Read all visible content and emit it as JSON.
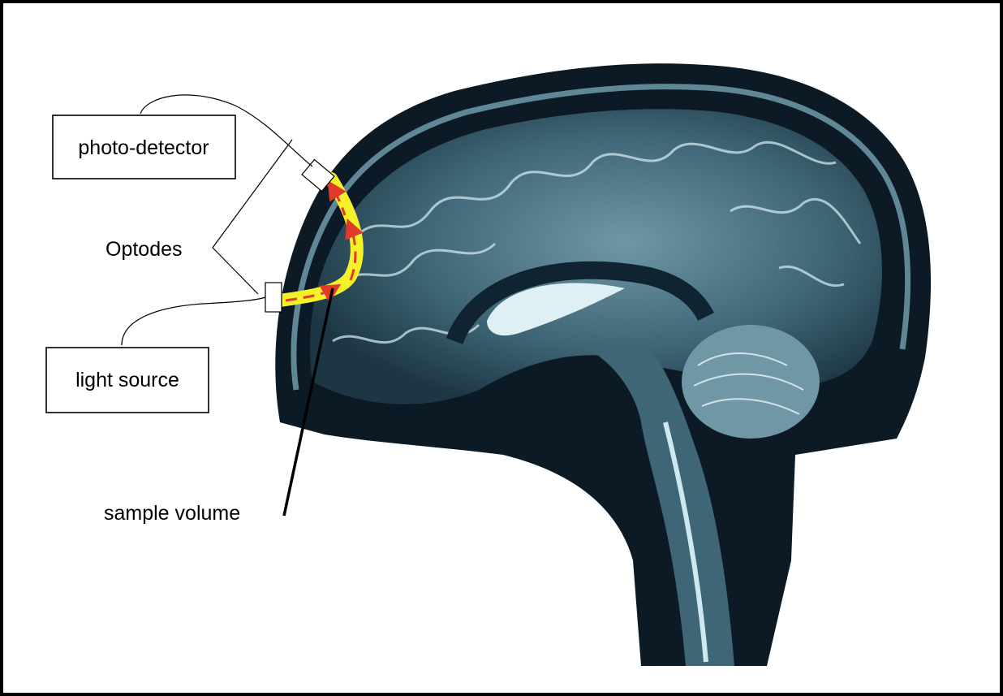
{
  "labels": {
    "photo_detector": "photo-detector",
    "optodes": "Optodes",
    "light_source": "light source",
    "sample_volume": "sample volume"
  },
  "colors": {
    "frame": "#000000",
    "mri_tissue": "#4a7282",
    "mri_dark": "#0b1a24",
    "mri_bright": "#dff0f4",
    "light_path_glow": "#f4f12b",
    "light_path_arrow": "#e03a2a"
  }
}
